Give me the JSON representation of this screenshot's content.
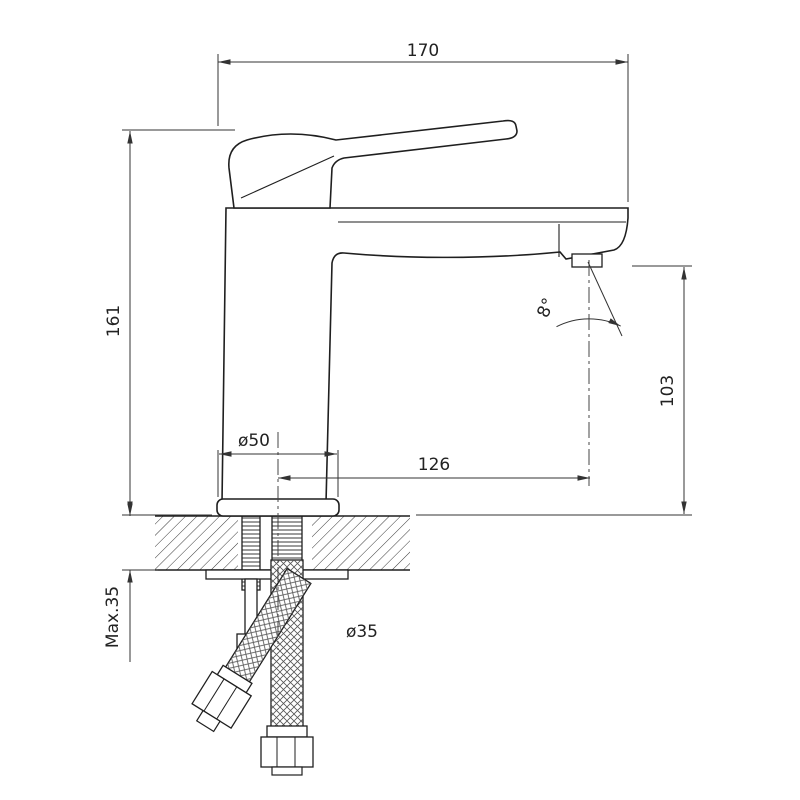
{
  "labels": {
    "overall_width": "170",
    "overall_height": "161",
    "spout_outlet_height": "103",
    "spout_reach": "126",
    "base_diameter": "ø50",
    "hole_diameter": "ø35",
    "max_mount_thickness": "Max.35",
    "spout_angle": "8°"
  },
  "colors": {
    "background": "#ffffff",
    "object_line": "#1f1f1f",
    "dimension_line": "#333333",
    "text": "#222222"
  }
}
